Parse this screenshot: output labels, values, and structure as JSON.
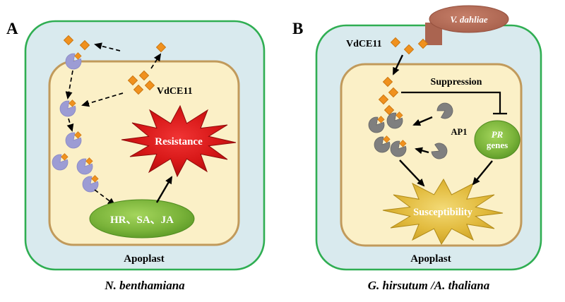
{
  "figure": {
    "panel_a": {
      "label": "A",
      "effector_label": "VdCE11",
      "burst_label": "Resistance",
      "signal_label": "HR、SA、JA",
      "compartment_label": "Apoplast",
      "caption": "N. benthamiana"
    },
    "panel_b": {
      "label": "B",
      "pathogen_label": "V. dahliae",
      "effector_label": "VdCE11",
      "suppression_label": "Suppression",
      "tf_label": "AP1",
      "pr_gene_line1": "PR",
      "pr_gene_line2": "genes",
      "burst_label": "Susceptibility",
      "compartment_label": "Apoplast",
      "caption": "G. hirsutum /A. thaliana"
    },
    "colors": {
      "cell_border_green": "#2fae52",
      "cell_fill_blue": "#d9eaee",
      "cytoplasm_border_tan": "#c19a5b",
      "cytoplasm_fill_cream": "#fbf0c7",
      "effector_diamond_orange": "#f0911e",
      "target_protein_lavender": "#9c9cd4",
      "ap1_protein_gray": "#7f7f7f",
      "resistance_burst_red": "#c81414",
      "susceptibility_burst_gold": "#d9b532",
      "signal_ellipse_green": "#6fae34",
      "pathogen_brown": "#b7705e",
      "arrow_black": "#000000"
    }
  }
}
